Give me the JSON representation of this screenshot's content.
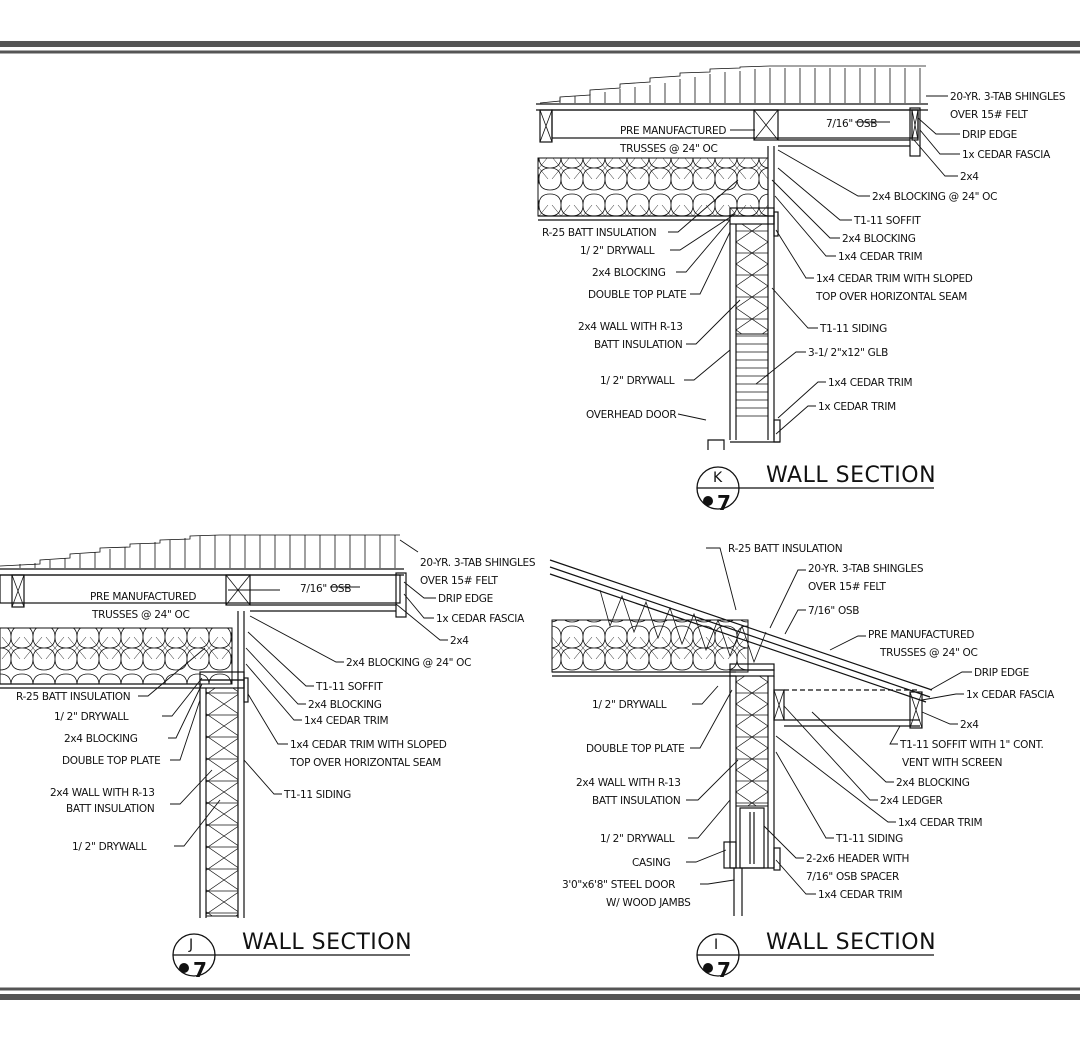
{
  "sheet_number": "7",
  "details": {
    "k": {
      "tag": "K",
      "sheet": "7",
      "title": "WALL SECTION",
      "labels": {
        "shingles": "20-YR. 3-TAB SHINGLES",
        "felt": "OVER 15# FELT",
        "drip_edge": "DRIP EDGE",
        "fascia": "1x CEDAR FASCIA",
        "two_by_four": "2x4",
        "blocking_24": "2x4 BLOCKING @ 24\" OC",
        "soffit": "T1-11 SOFFIT",
        "blocking": "2x4 BLOCKING",
        "cedar_trim_a": "1x4 CEDAR TRIM",
        "trim_sloped_1": "1x4 CEDAR TRIM WITH SLOPED",
        "trim_sloped_2": "TOP OVER HORIZONTAL SEAM",
        "siding": "T1-11 SIDING",
        "glb": "3-1/ 2\"x12\" GLB",
        "cedar_trim_b": "1x4 CEDAR TRIM",
        "cedar_trim_c": "1x CEDAR TRIM",
        "trusses_1": "PRE MANUFACTURED",
        "trusses_2": "TRUSSES @ 24\" OC",
        "osb": "7/16\" OSB",
        "batt": "R-25 BATT INSULATION",
        "drywall_ceiling": "1/ 2\" DRYWALL",
        "blocking_left": "2x4 BLOCKING",
        "top_plate": "DOUBLE TOP PLATE",
        "wall_1": "2x4 WALL WITH R-13",
        "wall_2": "BATT INSULATION",
        "drywall_wall": "1/ 2\" DRYWALL",
        "overhead_door": "OVERHEAD DOOR"
      }
    },
    "j": {
      "tag": "J",
      "sheet": "7",
      "title": "WALL SECTION",
      "labels": {
        "shingles": "20-YR. 3-TAB SHINGLES",
        "felt": "OVER 15# FELT",
        "drip_edge": "DRIP EDGE",
        "fascia": "1x CEDAR FASCIA",
        "two_by_four": "2x4",
        "blocking_24": "2x4 BLOCKING @ 24\" OC",
        "soffit": "T1-11 SOFFIT",
        "blocking": "2x4 BLOCKING",
        "cedar_trim_a": "1x4 CEDAR TRIM",
        "trim_sloped_1": "1x4 CEDAR TRIM WITH SLOPED",
        "trim_sloped_2": "TOP OVER HORIZONTAL SEAM",
        "siding": "T1-11 SIDING",
        "trusses_1": "PRE MANUFACTURED",
        "trusses_2": "TRUSSES @ 24\" OC",
        "osb": "7/16\" OSB",
        "batt": "R-25 BATT INSULATION",
        "drywall_ceiling": "1/ 2\" DRYWALL",
        "blocking_left": "2x4 BLOCKING",
        "top_plate": "DOUBLE TOP PLATE",
        "wall_1": "2x4 WALL WITH R-13",
        "wall_2": "BATT INSULATION",
        "drywall_wall": "1/ 2\" DRYWALL"
      }
    },
    "i": {
      "tag": "I",
      "sheet": "7",
      "title": "WALL SECTION",
      "labels": {
        "batt": "R-25 BATT INSULATION",
        "shingles": "20-YR. 3-TAB SHINGLES",
        "felt": "OVER 15# FELT",
        "osb": "7/16\" OSB",
        "trusses_1": "PRE MANUFACTURED",
        "trusses_2": "TRUSSES @ 24\" OC",
        "drip_edge": "DRIP EDGE",
        "fascia": "1x CEDAR FASCIA",
        "two_by_four": "2x4",
        "soffit_1": "T1-11 SOFFIT WITH 1\" CONT.",
        "soffit_2": "VENT WITH SCREEN",
        "blocking": "2x4 BLOCKING",
        "ledger": "2x4 LEDGER",
        "cedar_trim_a": "1x4 CEDAR TRIM",
        "siding": "T1-11 SIDING",
        "header_1": "2-2x6 HEADER WITH",
        "header_2": "7/16\" OSB SPACER",
        "cedar_trim_b": "1x4 CEDAR TRIM",
        "drywall_ceiling": "1/ 2\" DRYWALL",
        "top_plate": "DOUBLE TOP PLATE",
        "wall_1": "2x4 WALL WITH R-13",
        "wall_2": "BATT INSULATION",
        "drywall_wall": "1/ 2\" DRYWALL",
        "casing": "CASING",
        "door_1": "3'0\"x6'8\" STEEL DOOR",
        "door_2": "W/ WOOD JAMBS"
      }
    }
  }
}
